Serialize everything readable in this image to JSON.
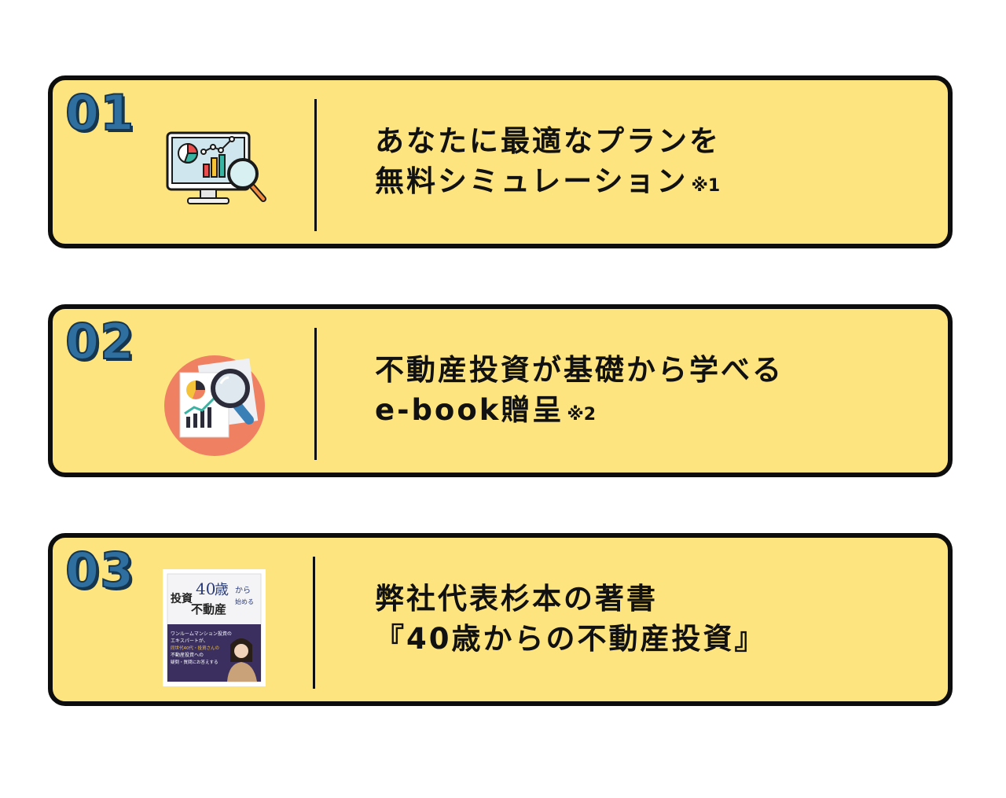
{
  "items": [
    {
      "number": "01",
      "line1": "あなたに最適なプランを",
      "line2": "無料シミュレーション",
      "note": "※1",
      "icon": "monitor-analytics-icon"
    },
    {
      "number": "02",
      "line1": "不動産投資が基礎から学べる",
      "line2": "e-book贈呈",
      "note": "※2",
      "icon": "report-magnifier-icon"
    },
    {
      "number": "03",
      "line1": "弊社代表杉本の著書",
      "line2": "『40歳からの不動産投資』",
      "note": "",
      "icon": "book-cover-image"
    }
  ],
  "book_cover": {
    "title_number": "40",
    "title_age": "歳",
    "title_kara": "から",
    "title_main1": "不動産",
    "title_main2": "投資",
    "title_sub": "始める",
    "banner": "ワンルームマンション投資の",
    "banner2": "エキスパートが、",
    "banner3": "同世代40代・投資さんの",
    "banner4": "不動産投資への",
    "banner5": "疑問・質問にお答えする"
  },
  "colors": {
    "card_background": "#fde47f",
    "card_border": "#0d0d0d",
    "number_fill": "#2f6f9f",
    "number_outline": "#16364f"
  }
}
